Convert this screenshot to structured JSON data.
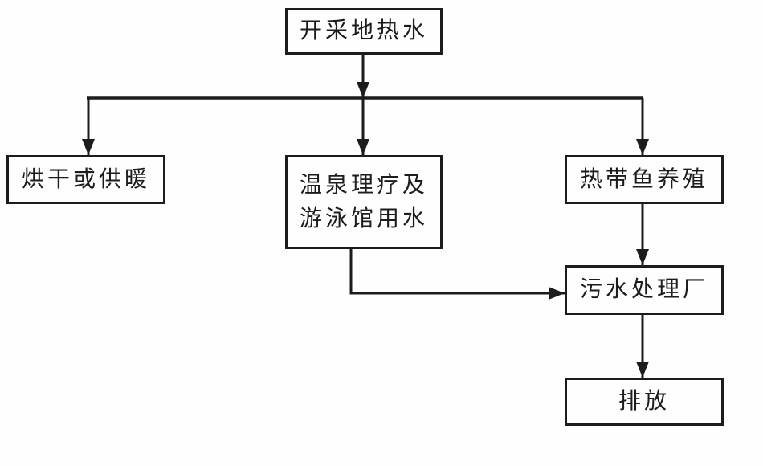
{
  "diagram": {
    "type": "flowchart",
    "colors": {
      "line": "#1c1c1c",
      "box_background": "#fefefe",
      "page_background": "#ffffff"
    },
    "nodes": [
      {
        "id": "source",
        "label": "开采地热水"
      },
      {
        "id": "drying",
        "label": "烘干或供暖"
      },
      {
        "id": "spa",
        "label": "温泉理疗及\n游泳馆用水"
      },
      {
        "id": "fish",
        "label": "热带鱼养殖"
      },
      {
        "id": "sewage",
        "label": "污水处理厂"
      },
      {
        "id": "discharge",
        "label": "排放"
      }
    ],
    "edges": [
      {
        "from": "source",
        "to": "drying"
      },
      {
        "from": "source",
        "to": "spa"
      },
      {
        "from": "source",
        "to": "fish"
      },
      {
        "from": "spa",
        "to": "sewage"
      },
      {
        "from": "fish",
        "to": "sewage"
      },
      {
        "from": "sewage",
        "to": "discharge"
      }
    ]
  }
}
